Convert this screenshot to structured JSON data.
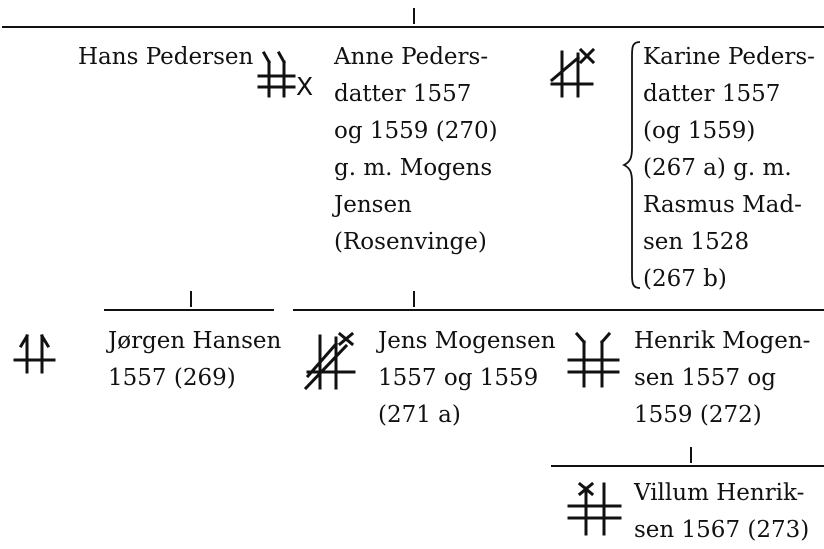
{
  "persons": {
    "hans": [
      "Hans Pedersen"
    ],
    "anne": [
      "Anne Peders-",
      "datter 1557",
      "og 1559 (270)",
      "g. m. Mogens",
      "Jensen",
      "(Rosenvinge)"
    ],
    "karine": [
      "Karine Peders-",
      "datter 1557",
      "(og 1559)",
      "(267 a) g. m.",
      "Rasmus Mad-",
      "sen 1528",
      "(267 b)"
    ],
    "jorgen": [
      "Jørgen Hansen",
      "1557 (269)"
    ],
    "jens": [
      "Jens Mogensen",
      "1557 og 1559",
      "(271 a)"
    ],
    "henrik": [
      "Henrik Mogen-",
      "sen 1557 og",
      "1559 (272)"
    ],
    "villum": [
      "Villum Henrik-",
      "sen 1567 (273)"
    ]
  },
  "marks": {
    "hans_mark_letter": "X"
  }
}
